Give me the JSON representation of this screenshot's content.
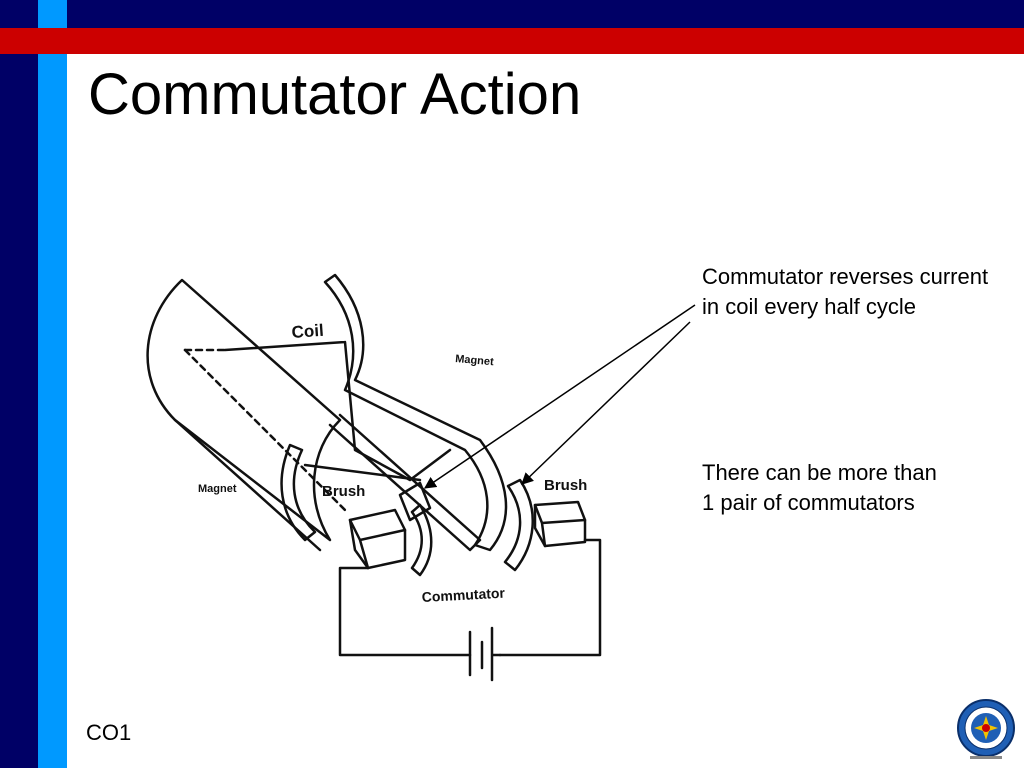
{
  "slide": {
    "title": "Commutator Action",
    "callout_1": "Commutator reverses current in coil every half cycle",
    "callout_2": "There can be more than 1 pair of commutators",
    "footer_code": "CO1"
  },
  "diagram": {
    "labels": {
      "coil": "Coil",
      "magnet_top": "Magnet",
      "magnet_left": "Magnet",
      "brush_left": "Brush",
      "brush_right": "Brush",
      "commutator": "Commutator"
    }
  },
  "theme": {
    "navy": "#000066",
    "cyan": "#0099ff",
    "red": "#cc0000"
  },
  "icons": {
    "seal": "university-seal-icon"
  }
}
